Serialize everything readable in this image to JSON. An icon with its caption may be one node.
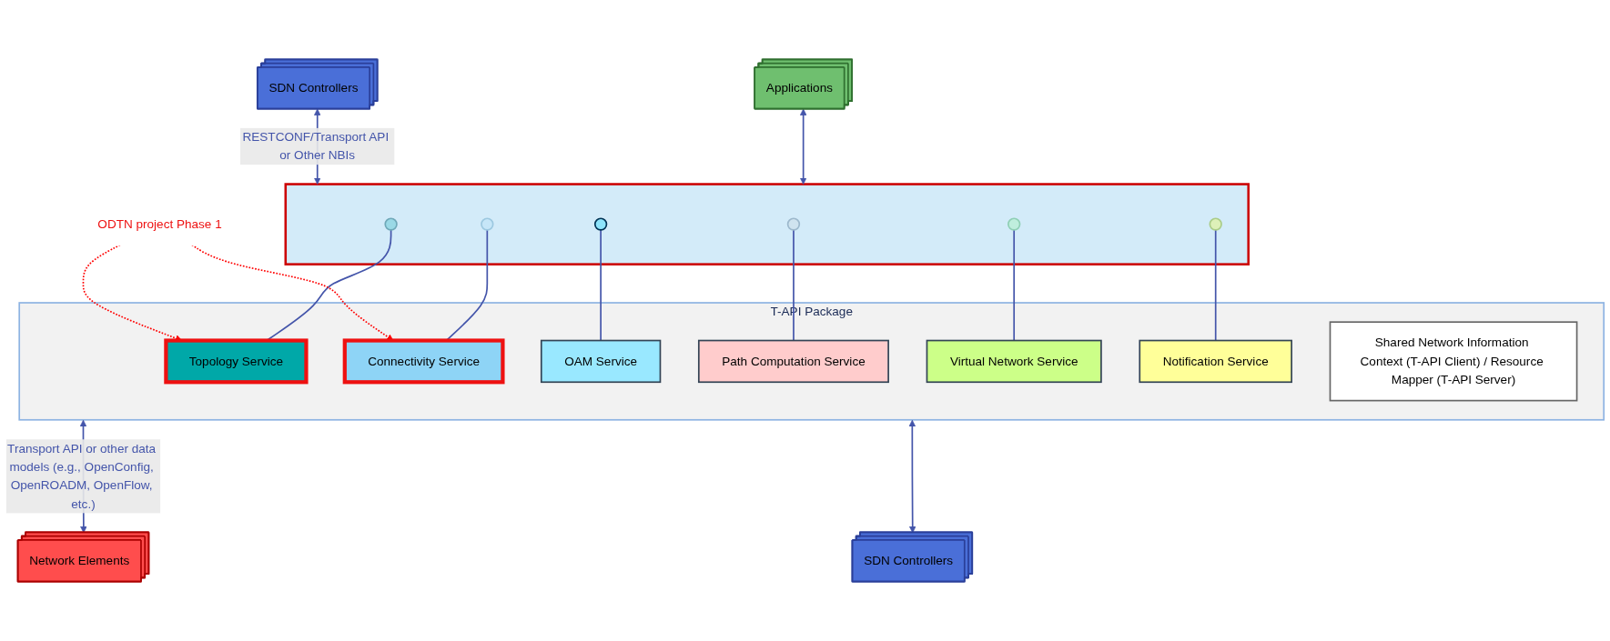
{
  "diagram": {
    "nodes": [
      {
        "text": [
          "Applications"
        ]
      },
      {
        "text": [
          "SDN Controllers"
        ]
      },
      {
        "text": [
          "T-API Package"
        ]
      },
      {
        "text": [],
        "shape": "bar"
      },
      {
        "text": [],
        "shape": "circle",
        "in": 3
      },
      {
        "text": [],
        "shape": "circle",
        "in": 3
      },
      {
        "text": [],
        "shape": "circle",
        "in": 3
      },
      {
        "text": [],
        "shape": "circle",
        "in": 3
      },
      {
        "text": [],
        "shape": "circle",
        "in": 3
      },
      {
        "text": [],
        "shape": "circle",
        "in": 3
      },
      {
        "text": [
          "Topology Service"
        ],
        "in": 2
      },
      {
        "text": [
          "Connectivity Service"
        ],
        "in": 2
      },
      {
        "text": [
          "OAM Service"
        ],
        "in": 2
      },
      {
        "text": [
          "Path Computation Service"
        ],
        "in": 2
      },
      {
        "text": [
          "Virtual Network Service"
        ],
        "in": 2
      },
      {
        "text": [
          "Notification Service"
        ],
        "in": 2
      },
      {
        "text": [
          "Shared Network Information Context (T-API Client) / Resource Mapper (T-API Server)"
        ],
        "in": 2
      },
      {
        "text": [
          "Network Elements"
        ]
      },
      {
        "text": [
          "SDN Controllers"
        ]
      },
      {
        "text": [
          "ODTN project Phase 1"
        ]
      }
    ],
    "edges": [
      {
        "from": 0,
        "to": 3,
        "arrow": "both"
      },
      {
        "from": 1,
        "to": 3,
        "arrow": "both",
        "label": "RESTCONF/Transport API or Other NBIs"
      },
      {
        "from": 4,
        "to": 10,
        "arrow": "none"
      },
      {
        "from": 5,
        "to": 11,
        "arrow": "none"
      },
      {
        "from": 6,
        "to": 12,
        "arrow": "none"
      },
      {
        "from": 7,
        "to": 13,
        "arrow": "none"
      },
      {
        "from": 8,
        "to": 14,
        "arrow": "none"
      },
      {
        "from": 9,
        "to": 15,
        "arrow": "none"
      },
      {
        "from": 2,
        "to": 17,
        "arrow": "both",
        "label": "Transport API or other data models (e.g., OpenConfig, OpenROADM, OpenFlow, etc.)"
      },
      {
        "from": 2,
        "to": 18,
        "arrow": "both"
      },
      {
        "from": 19,
        "to": 10,
        "arrow": "to",
        "style": "dashed",
        "color": "#ff0000"
      },
      {
        "from": 19,
        "to": 11,
        "arrow": "to",
        "style": "dashed",
        "color": "#ff0000"
      }
    ]
  }
}
